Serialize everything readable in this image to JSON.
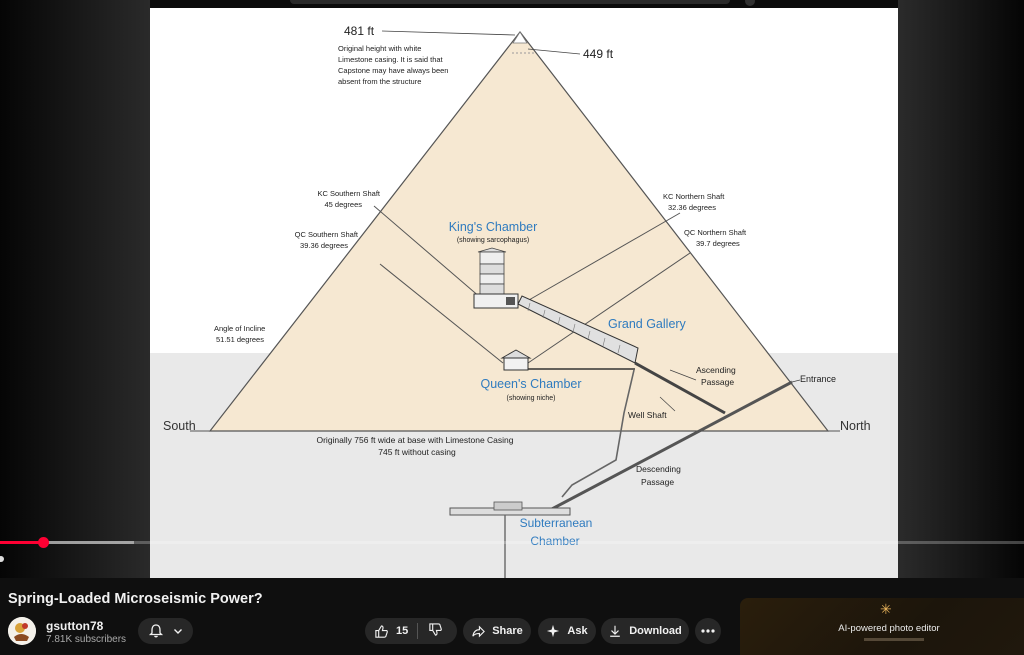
{
  "slide": {
    "height_top": "481 ft",
    "height_top_note": [
      "Original height with white",
      "Limestone casing. It is said that",
      "Capstone may have always been",
      "absent from the structure"
    ],
    "height_current": "449 ft",
    "kc_south_shaft": [
      "KC Southern Shaft",
      "45 degrees"
    ],
    "qc_south_shaft": [
      "QC Southern Shaft",
      "39.36 degrees"
    ],
    "kc_north_shaft": [
      "KC Northern Shaft",
      "32.36 degrees"
    ],
    "qc_north_shaft": [
      "QC Northern Shaft",
      "39.7 degrees"
    ],
    "kings_chamber": "King's Chamber",
    "kings_chamber_note": "(showing sarcophagus)",
    "grand_gallery": "Grand Gallery",
    "queens_chamber": "Queen's Chamber",
    "queens_chamber_note": "(showing niche)",
    "angle_incline": [
      "Angle of Incline",
      "51.51 degrees"
    ],
    "ascending_passage": [
      "Ascending",
      "Passage"
    ],
    "entrance": "Entrance",
    "well_shaft": "Well Shaft",
    "south": "South",
    "north": "North",
    "base_note": [
      "Originally 756 ft wide at base with Limestone Casing",
      "745 ft without casing"
    ],
    "descending_passage": [
      "Descending",
      "Passage"
    ],
    "subterranean": [
      "Subterranean",
      "Chamber"
    ]
  },
  "colors": {
    "pyramid_fill": "#f6e8d2",
    "label_blue": "#2f7bbf",
    "progress": "#ff0033"
  },
  "video": {
    "title": "Spring-Loaded Microseismic Power?",
    "progress_fraction": 0.043
  },
  "channel": {
    "name": "gsutton78",
    "subscribers": "7.81K subscribers"
  },
  "actions": {
    "like_count": "15",
    "share": "Share",
    "ask": "Ask",
    "download": "Download"
  },
  "promo": {
    "text": "AI-powered photo editor",
    "icon": "sparkle-icon"
  }
}
